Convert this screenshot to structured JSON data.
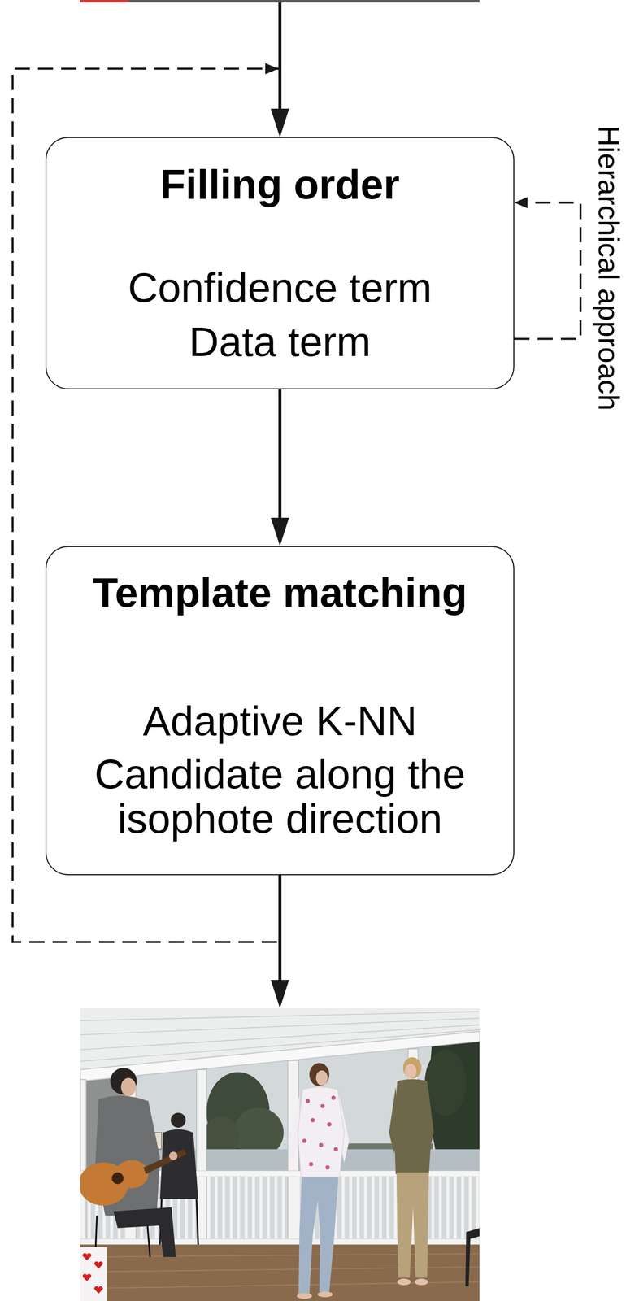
{
  "diagram": {
    "nodes": [
      {
        "text": [
          "Filling order",
          "Confidence term",
          "Data term"
        ]
      },
      {
        "text": [
          "Template matching",
          "Adaptive K-NN",
          "Candidate along the isophote direction"
        ]
      }
    ],
    "edges": [
      {
        "from": 0,
        "to": 1,
        "arrow": "to"
      },
      {
        "from": 1,
        "to": 0,
        "arrow": "to"
      },
      {
        "from": 0,
        "to": 0,
        "arrow": "to",
        "label": "Hierarchical approach"
      }
    ]
  }
}
